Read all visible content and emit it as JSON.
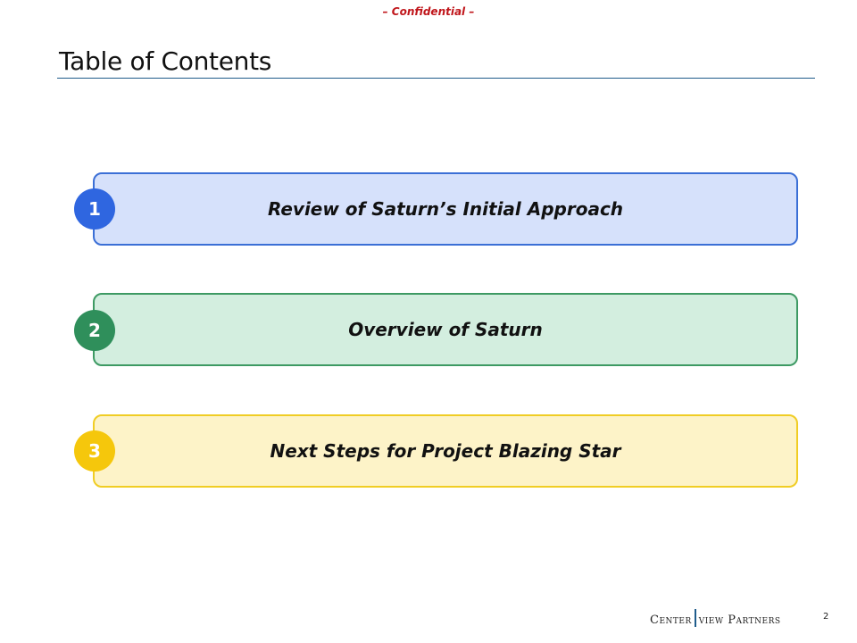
{
  "header": {
    "confidential": "– Confidential –",
    "title": "Table of Contents"
  },
  "toc": {
    "items": [
      {
        "number": "1",
        "label": "Review of Saturn’s Initial Approach",
        "color": "#2f66e0"
      },
      {
        "number": "2",
        "label": "Overview of Saturn",
        "color": "#2f8f5b"
      },
      {
        "number": "3",
        "label": "Next Steps for Project Blazing Star",
        "color": "#f5c70c"
      }
    ]
  },
  "footer": {
    "logo_left": "Center",
    "logo_right": "view Partners",
    "page_number": "2"
  }
}
